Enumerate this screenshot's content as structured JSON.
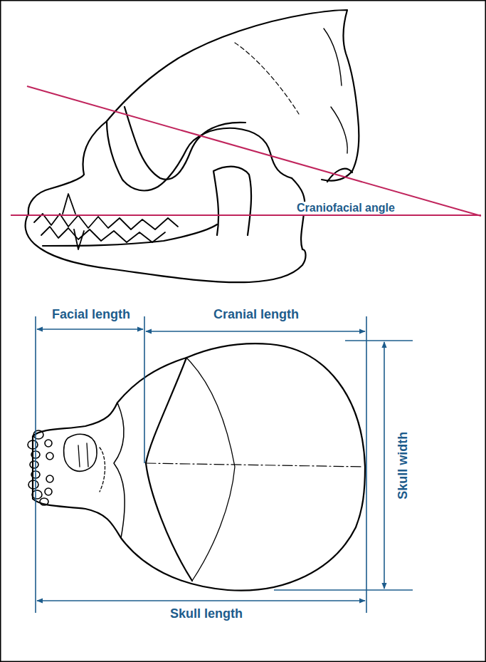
{
  "diagram": {
    "labels": [
      "Craniofacial angle",
      "Facial length",
      "Cranial length",
      "Skull width",
      "Skull length"
    ]
  }
}
